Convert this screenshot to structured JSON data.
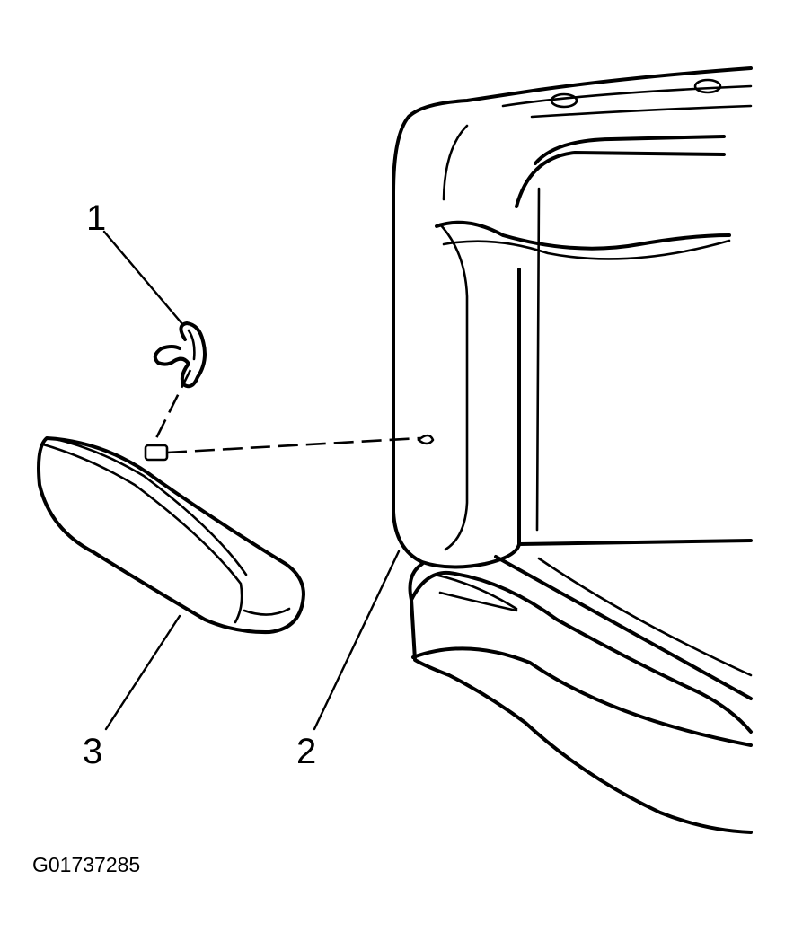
{
  "callouts": {
    "clip": "1",
    "seat": "2",
    "armrest": "3"
  },
  "figure_id": "G01737285"
}
